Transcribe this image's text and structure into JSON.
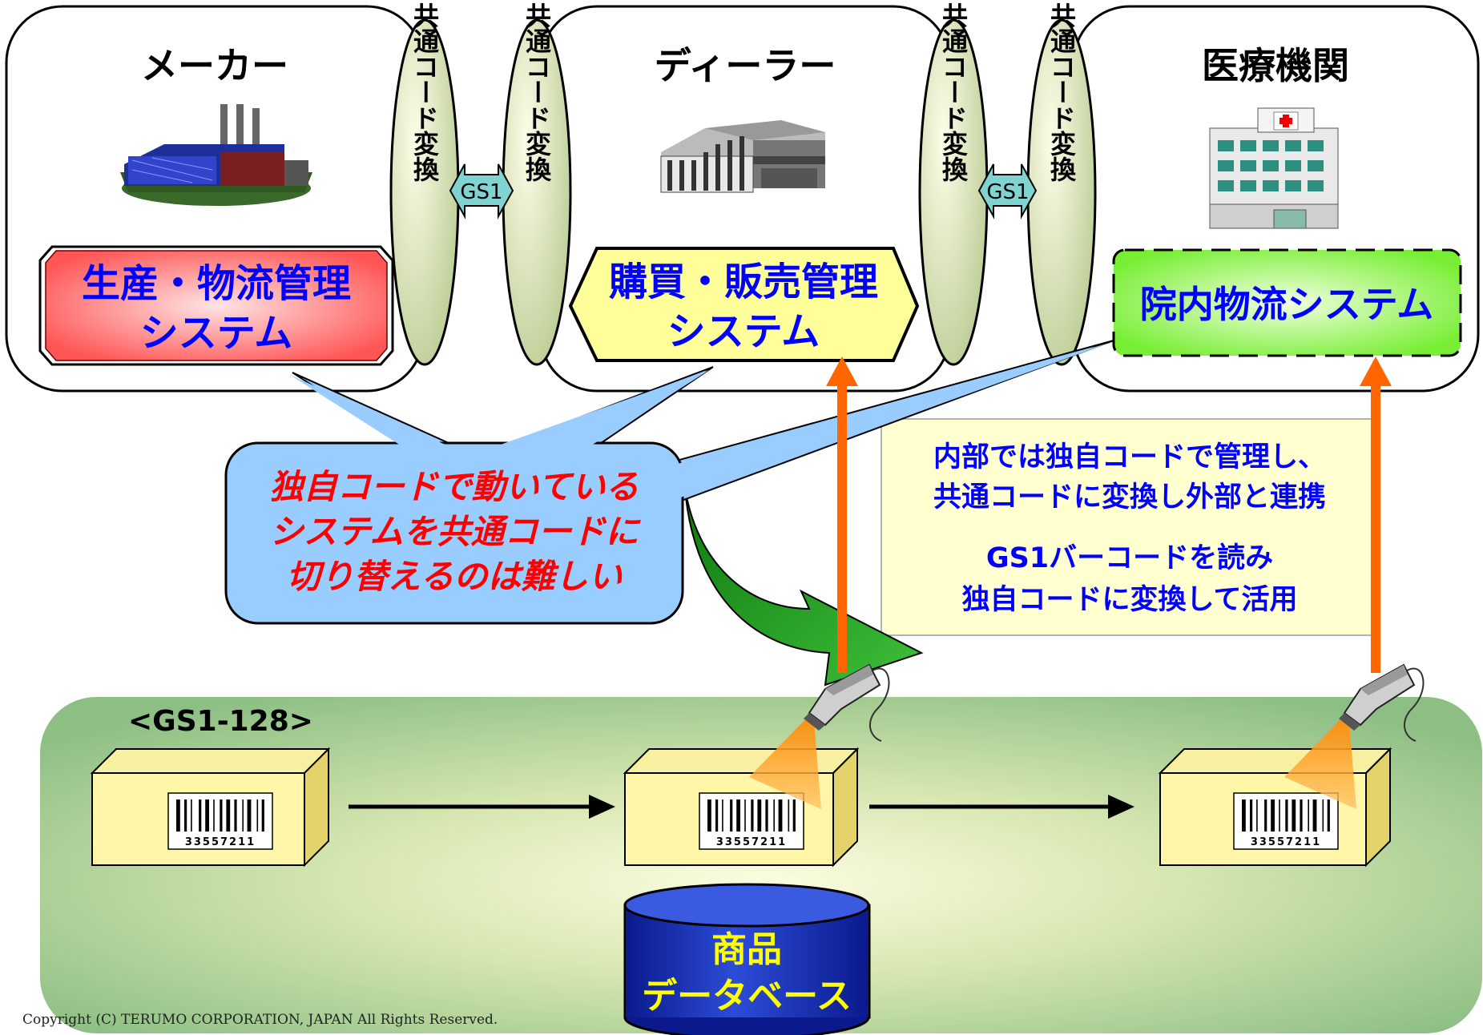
{
  "columns": {
    "maker": {
      "title": "メーカー",
      "system_line1": "生産・物流管理",
      "system_line2": "システム"
    },
    "dealer": {
      "title": "ディーラー",
      "system_line1": "購買・販売管理",
      "system_line2": "システム"
    },
    "hospital": {
      "title": "医療機関",
      "system_line1": "院内物流システム"
    }
  },
  "converters": {
    "label": "共通コード変換",
    "link_label": "GS1"
  },
  "callout": {
    "line1": "独自コードで動いている",
    "line2": "システムを共通コードに",
    "line3": "切り替えるのは難しい"
  },
  "info_box": {
    "line1": "内部では独自コードで管理し、",
    "line2": "共通コードに変換し外部と連携",
    "line3": "GS1バーコードを読み",
    "line4": "独自コードに変換して活用"
  },
  "barcode_standard": "<GS1-128>",
  "barcode_number": "33557211",
  "database": {
    "line1": "商品",
    "line2": "データベース"
  },
  "copyright": "Copyright (C) TERUMO CORPORATION, JAPAN All Rights Reserved.",
  "colors": {
    "red_text": "#ff0000",
    "blue_text": "#0000ff",
    "orange_arrow": "#ff6600",
    "green_band": "#8fc18a",
    "box_fill": "#fff5a8",
    "callout_fill": "#99ccff"
  }
}
